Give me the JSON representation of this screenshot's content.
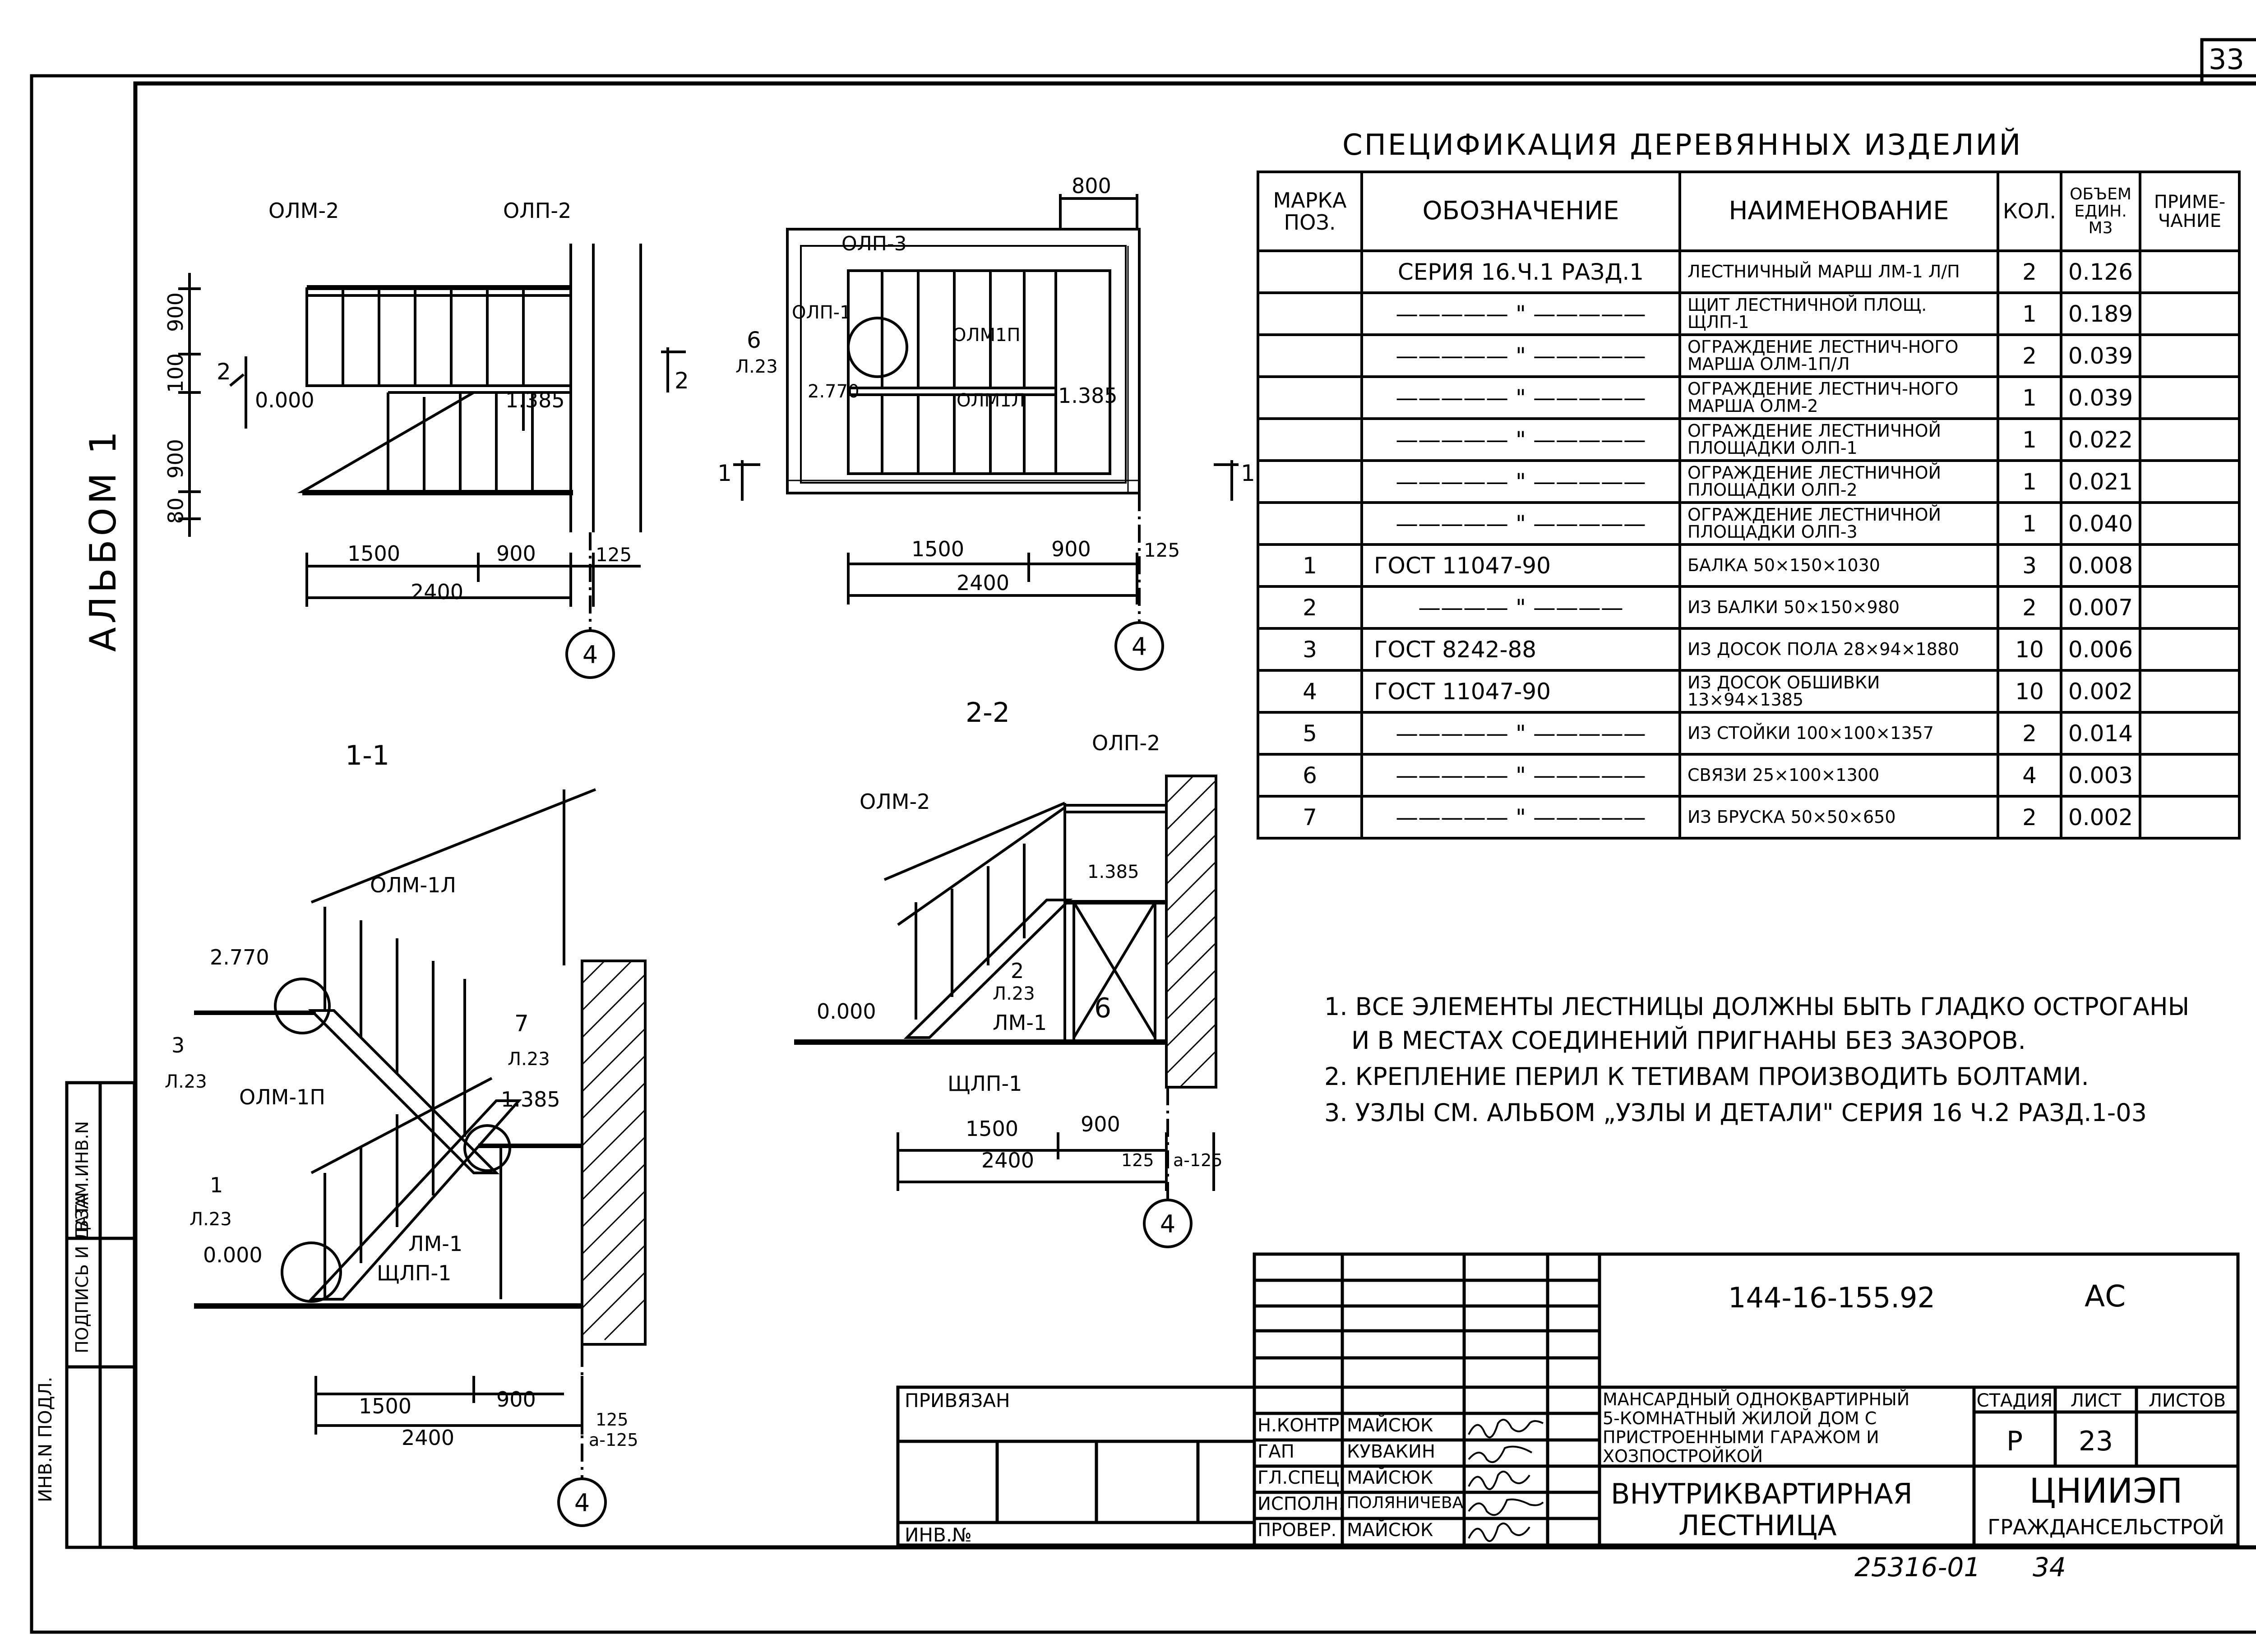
{
  "sheet": {
    "sheet_number": "33",
    "album_label": "АЛЬБОМ 1",
    "bottom_code": "25316-01",
    "bottom_page": "34",
    "side_strip": [
      "ИНВ.N ПОДЛ.",
      "ПОДПИСЬ И ДАТА",
      "ВЗАМ.ИНВ.N"
    ]
  },
  "spec": {
    "title": "СПЕЦИФИКАЦИЯ ДЕРЕВЯННЫХ ИЗДЕЛИЙ",
    "headers": {
      "mark": "МАРКА ПОЗ.",
      "designation": "ОБОЗНАЧЕНИЕ",
      "name": "НАИМЕНОВАНИЕ",
      "qty": "КОЛ.",
      "volume": "ОБЪЕМ ЕДИН. М3",
      "note": "ПРИМЕ-ЧАНИЕ"
    },
    "rows": [
      {
        "mark": "",
        "designation": "СЕРИЯ 16.Ч.1 РАЗД.1",
        "name": "ЛЕСТНИЧНЫЙ МАРШ ЛМ-1 Л/П",
        "qty": "2",
        "volume": "0.126"
      },
      {
        "mark": "",
        "designation": "————— \" —————",
        "name": "ЩИТ ЛЕСТНИЧНОЙ ПЛОЩ. ЩЛП-1",
        "qty": "1",
        "volume": "0.189"
      },
      {
        "mark": "",
        "designation": "————— \" —————",
        "name": "ОГРАЖДЕНИЕ ЛЕСТНИЧ-НОГО МАРША ОЛМ-1П/Л",
        "qty": "2",
        "volume": "0.039"
      },
      {
        "mark": "",
        "designation": "————— \" —————",
        "name": "ОГРАЖДЕНИЕ ЛЕСТНИЧ-НОГО МАРША ОЛМ-2",
        "qty": "1",
        "volume": "0.039"
      },
      {
        "mark": "",
        "designation": "————— \" —————",
        "name": "ОГРАЖДЕНИЕ ЛЕСТНИЧНОЙ ПЛОЩАДКИ ОЛП-1",
        "qty": "1",
        "volume": "0.022"
      },
      {
        "mark": "",
        "designation": "————— \" —————",
        "name": "ОГРАЖДЕНИЕ ЛЕСТНИЧНОЙ ПЛОЩАДКИ ОЛП-2",
        "qty": "1",
        "volume": "0.021"
      },
      {
        "mark": "",
        "designation": "————— \" —————",
        "name": "ОГРАЖДЕНИЕ ЛЕСТНИЧНОЙ ПЛОЩАДКИ ОЛП-3",
        "qty": "1",
        "volume": "0.040"
      },
      {
        "mark": "1",
        "designation": "ГОСТ 11047-90",
        "name": "БАЛКА 50×150×1030",
        "qty": "3",
        "volume": "0.008"
      },
      {
        "mark": "2",
        "designation": "———— \" ————",
        "name": "ИЗ БАЛКИ 50×150×980",
        "qty": "2",
        "volume": "0.007"
      },
      {
        "mark": "3",
        "designation": "ГОСТ 8242-88",
        "name": "ИЗ ДОСОК ПОЛА 28×94×1880",
        "qty": "10",
        "volume": "0.006"
      },
      {
        "mark": "4",
        "designation": "ГОСТ 11047-90",
        "name": "ИЗ ДОСОК ОБШИВКИ 13×94×1385",
        "qty": "10",
        "volume": "0.002"
      },
      {
        "mark": "5",
        "designation": "————— \" —————",
        "name": "ИЗ СТОЙКИ 100×100×1357",
        "qty": "2",
        "volume": "0.014"
      },
      {
        "mark": "6",
        "designation": "————— \" —————",
        "name": "СВЯЗИ 25×100×1300",
        "qty": "4",
        "volume": "0.003"
      },
      {
        "mark": "7",
        "designation": "————— \" —————",
        "name": "ИЗ БРУСКА 50×50×650",
        "qty": "2",
        "volume": "0.002"
      }
    ]
  },
  "notes": [
    "1. ВСЕ ЭЛЕМЕНТЫ ЛЕСТНИЦЫ ДОЛЖНЫ БЫТЬ ГЛАДКО ОСТРОГАНЫ",
    "И В МЕСТАХ СОЕДИНЕНИЙ ПРИГНАНЫ БЕЗ ЗАЗОРОВ.",
    "2. КРЕПЛЕНИЕ ПЕРИЛ К ТЕТИВАМ ПРОИЗВОДИТЬ БОЛТАМИ.",
    "3. УЗЛЫ СМ. АЛЬБОМ „УЗЛЫ И ДЕТАЛИ\" СЕРИЯ 16 Ч.2 РАЗД.1-03"
  ],
  "drawings": {
    "elev1": {
      "olm2": "ОЛМ-2",
      "olp2": "ОЛП-2",
      "d900a": "900",
      "d100": "100",
      "d900b": "900",
      "d80": "80",
      "cut2": "2",
      "cut2r": "2",
      "lvl0": "0.000",
      "lvl1385": "1.385",
      "d1500": "1500",
      "d900": "900",
      "d125": "125",
      "d2400": "2400",
      "axis": "4"
    },
    "plan": {
      "d800": "800",
      "olp3": "ОЛП-3",
      "olp1": "ОЛП-1",
      "olm1p": "ОЛМ1П",
      "olm1l": "ОЛМ1Л",
      "callout6": "6",
      "sheet23": "Л.23",
      "lvl2770": "2.770",
      "lvl1385": "1.385",
      "cut1": "1",
      "cut1r": "1",
      "d1500": "1500",
      "d900": "900",
      "d125": "125",
      "d2400": "2400",
      "axis": "4"
    },
    "sec11": {
      "title": "1-1",
      "olm1l": "ОЛМ-1Л",
      "lvl2770": "2.770",
      "c3": "3",
      "l23a": "Л.23",
      "olm1p": "ОЛМ-1П",
      "c7": "7",
      "l23b": "Л.23",
      "lvl1385": "1.385",
      "c1": "1",
      "l23c": "Л.23",
      "lvl0": "0.000",
      "lm1": "ЛМ-1",
      "shlp1": "ЩЛП-1",
      "d1500": "1500",
      "d900": "900",
      "d2400": "2400",
      "d125": "125",
      "da125": "а-125",
      "axis": "4"
    },
    "sec22": {
      "title": "2-2",
      "olp2": "ОЛП-2",
      "olm2": "ОЛМ-2",
      "lvl1385": "1.385",
      "c2": "2",
      "l23": "Л.23",
      "lm1": "ЛМ-1",
      "c6": "6",
      "lvl0": "0.000",
      "shlp1": "ЩЛП-1",
      "d1500": "1500",
      "d900": "900",
      "d2400": "2400",
      "d125": "125",
      "da125": "а-125",
      "axis": "4"
    }
  },
  "title_block": {
    "doc_code": "144-16-155.92",
    "doc_type": "АС",
    "privyazan": "ПРИВЯЗАН",
    "inv_no": "ИНВ.№",
    "roles": [
      {
        "role": "Н.КОНТР.",
        "person": "МАЙСЮК"
      },
      {
        "role": "ГАП",
        "person": "КУВАКИН"
      },
      {
        "role": "ГЛ.СПЕЦ.",
        "person": "МАЙСЮК"
      },
      {
        "role": "ИСПОЛН.",
        "person": "ПОЛЯНИЧЕВА"
      },
      {
        "role": "ПРОВЕР.",
        "person": "МАЙСЮК"
      }
    ],
    "project_line1": "МАНСАРДНЫЙ ОДНОКВАРТИРНЫЙ",
    "project_line2": "5-КОМНАТНЫЙ ЖИЛОЙ ДОМ С",
    "project_line3": "ПРИСТРОЕННЫМИ ГАРАЖОМ И",
    "project_line4": "ХОЗПОСТРОЙКОЙ",
    "stage_label": "СТАДИЯ",
    "sheet_label": "ЛИСТ",
    "sheets_label": "ЛИСТОВ",
    "stage": "Р",
    "sheet": "23",
    "drawing_title_1": "ВНУТРИКВАРТИРНАЯ",
    "drawing_title_2": "ЛЕСТНИЦА",
    "org_1": "ЦНИИЭП",
    "org_2": "ГРАЖДАНСЕЛЬСТРОЙ"
  }
}
